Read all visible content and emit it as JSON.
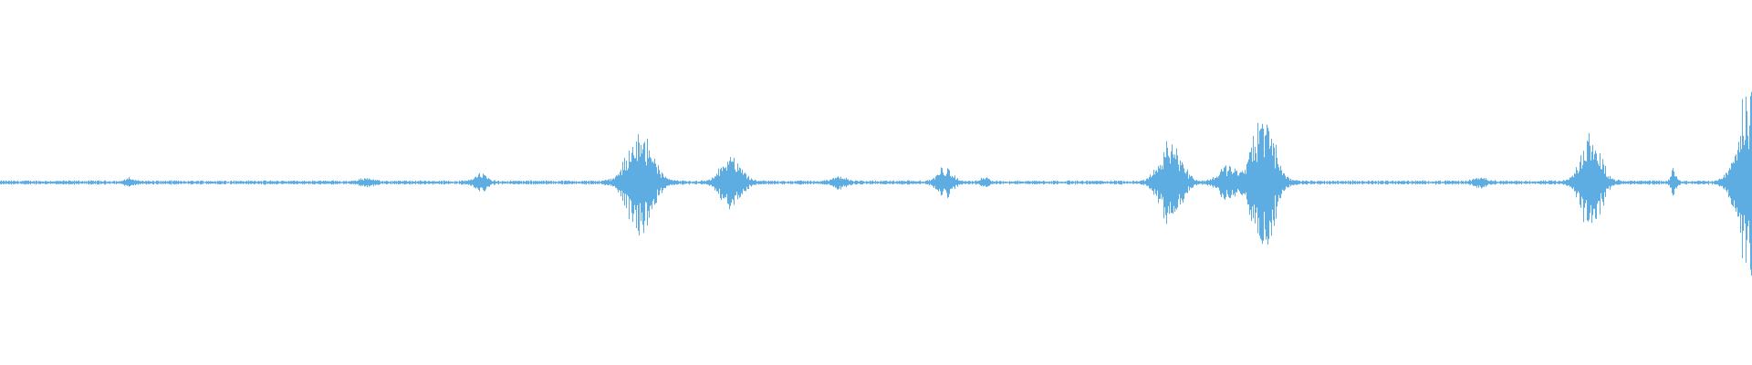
{
  "waveform": {
    "color": "#5dade2",
    "baseline_color": "#7fbfeb",
    "duration_fraction_note_free": true,
    "bursts": [
      {
        "position": 0.0735,
        "amplitude": 0.008,
        "width": 0.01
      },
      {
        "position": 0.209,
        "amplitude": 0.012,
        "width": 0.012
      },
      {
        "position": 0.274,
        "amplitude": 0.024,
        "width": 0.014
      },
      {
        "position": 0.365,
        "amplitude": 0.14,
        "width": 0.028
      },
      {
        "position": 0.417,
        "amplitude": 0.075,
        "width": 0.022
      },
      {
        "position": 0.479,
        "amplitude": 0.018,
        "width": 0.014
      },
      {
        "position": 0.539,
        "amplitude": 0.04,
        "width": 0.016
      },
      {
        "position": 0.562,
        "amplitude": 0.012,
        "width": 0.008
      },
      {
        "position": 0.668,
        "amplitude": 0.125,
        "width": 0.024
      },
      {
        "position": 0.7,
        "amplitude": 0.045,
        "width": 0.02
      },
      {
        "position": 0.721,
        "amplitude": 0.18,
        "width": 0.026
      },
      {
        "position": 0.845,
        "amplitude": 0.014,
        "width": 0.014
      },
      {
        "position": 0.908,
        "amplitude": 0.135,
        "width": 0.022
      },
      {
        "position": 0.955,
        "amplitude": 0.04,
        "width": 0.006
      },
      {
        "position": 0.9985,
        "amplitude": 0.25,
        "width": 0.026
      }
    ],
    "noise_floor": 0.004
  }
}
